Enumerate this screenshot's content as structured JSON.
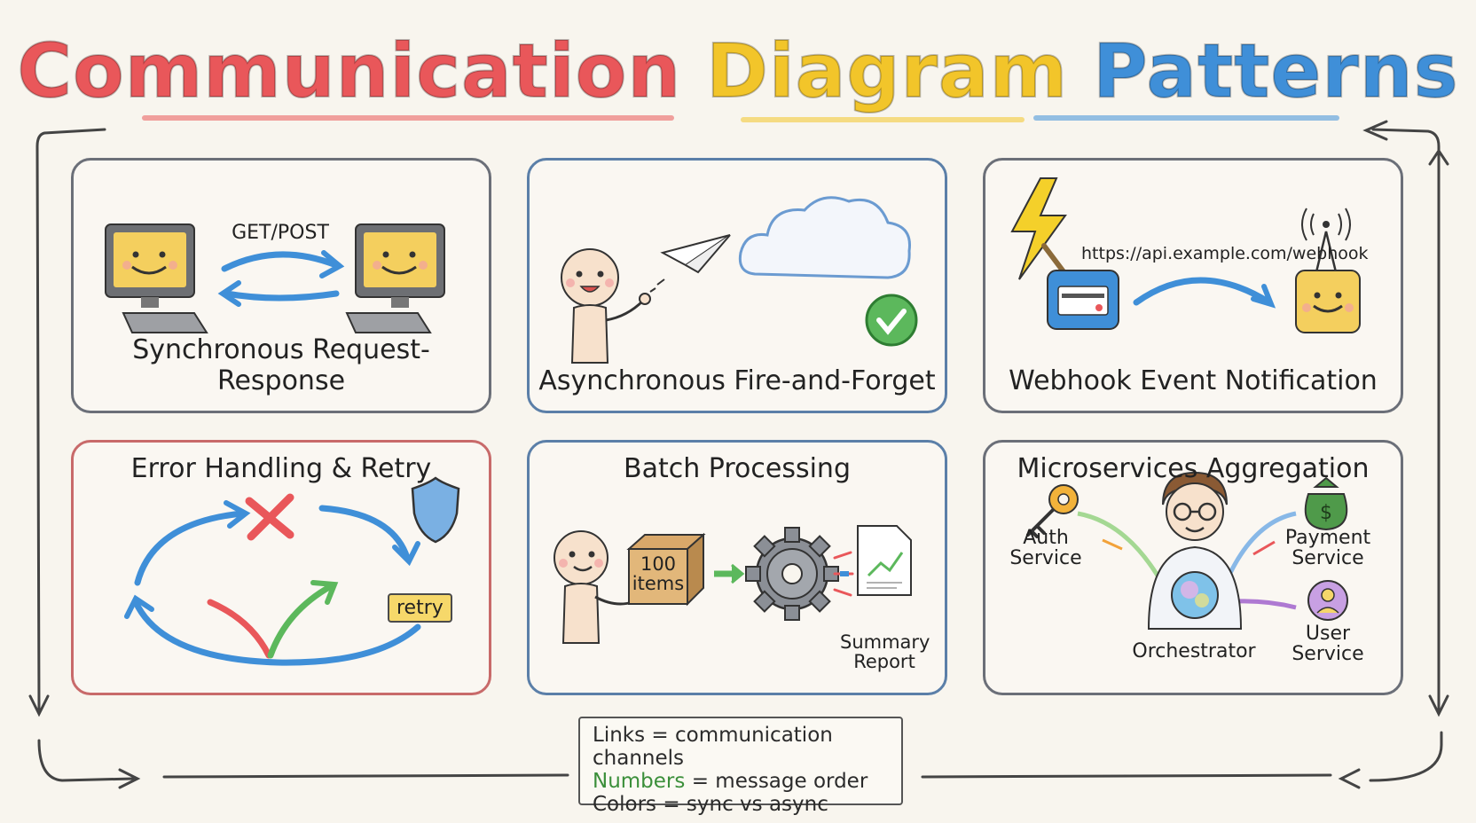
{
  "title": {
    "word1": "Communication",
    "word2": "Diagram",
    "word3": "Patterns"
  },
  "panels": {
    "sync": {
      "label": "Synchronous Request-Response",
      "method": "GET/POST"
    },
    "async": {
      "label": "Asynchronous Fire-and-Forget"
    },
    "webhook": {
      "label": "Webhook Event Notification",
      "url": "https://api.example.com/webhook"
    },
    "error": {
      "label": "Error Handling & Retry",
      "retry": "retry"
    },
    "batch": {
      "label": "Batch Processing",
      "box_line1": "100",
      "box_line2": "items",
      "report_line1": "Summary",
      "report_line2": "Report"
    },
    "micro": {
      "label": "Microservices Aggregation",
      "auth_line1": "Auth",
      "auth_line2": "Service",
      "payment_line1": "Payment",
      "payment_line2": "Service",
      "user_line1": "User",
      "user_line2": "Service",
      "orchestrator": "Orchestrator"
    }
  },
  "legend": {
    "line1": "Links = communication channels",
    "line2_key": "Numbers",
    "line2_rest": " = message order",
    "line3": "Colors = sync vs async"
  },
  "colors": {
    "red": "#e9575a",
    "yellow": "#f2c52a",
    "blue": "#3f8fd8",
    "green": "#3b8f3a"
  }
}
